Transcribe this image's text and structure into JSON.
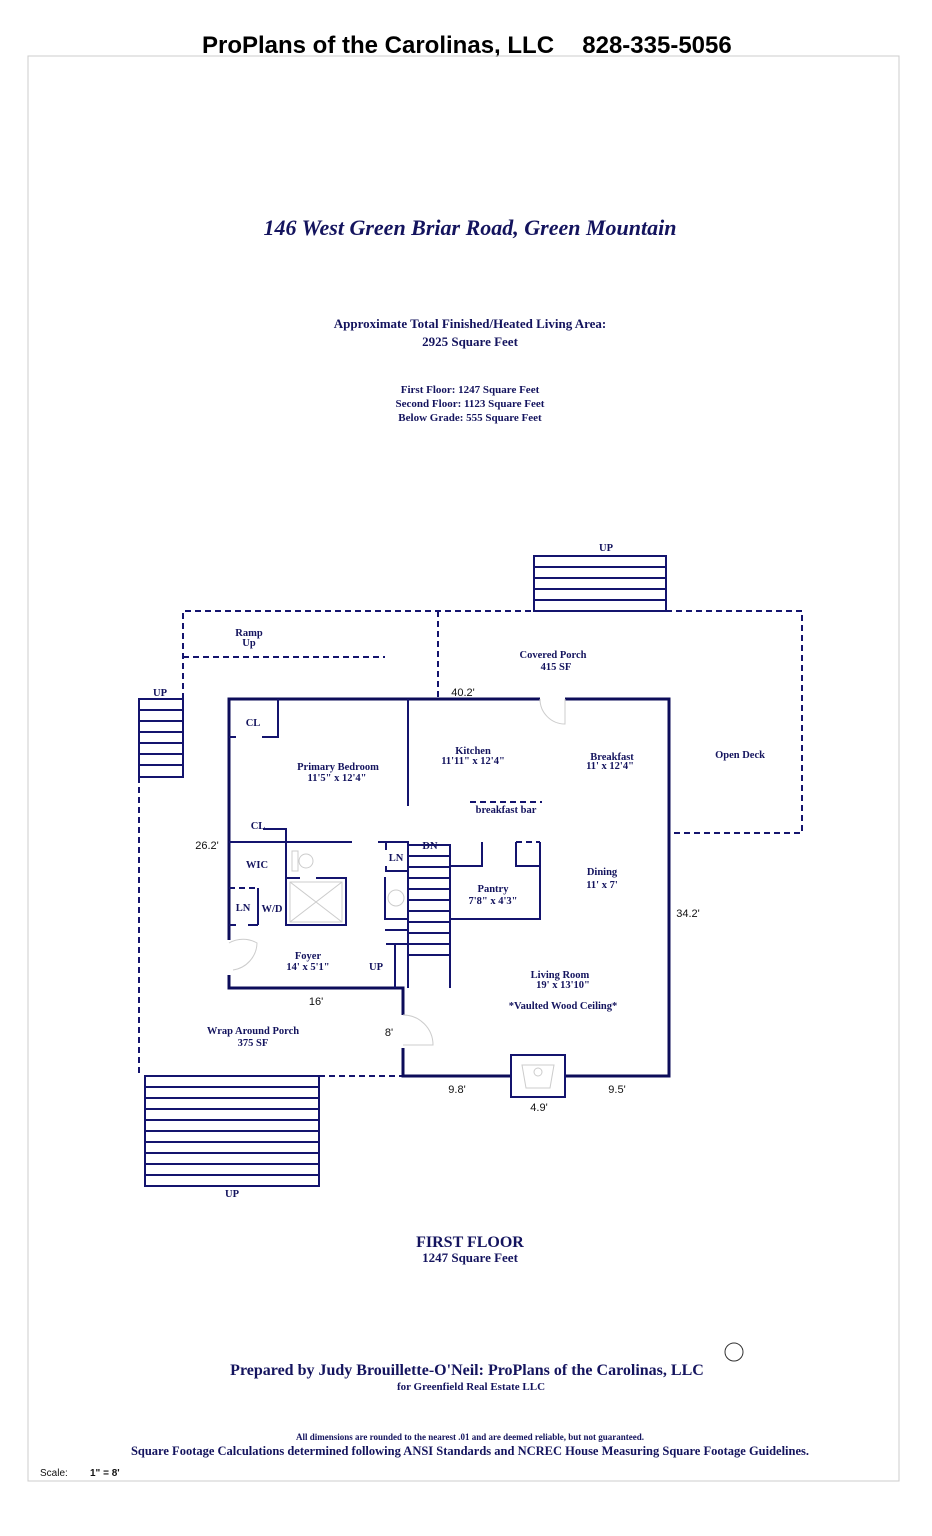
{
  "header": {
    "company": "ProPlans of the Carolinas, LLC",
    "phone": "828-335-5056"
  },
  "address": "146 West Green Briar Road, Green Mountain",
  "area": {
    "label": "Approximate Total Finished/Heated Living Area:",
    "total": "2925 Square Feet",
    "floors": [
      "First Floor:  1247 Square Feet",
      "Second Floor:  1123 Square Feet",
      "Below Grade:  555 Square Feet"
    ]
  },
  "plan": {
    "rooms": {
      "ramp": "Ramp",
      "ramp2": "Up",
      "covered_porch": "Covered Porch",
      "covered_porch_sf": "415 SF",
      "primary_bedroom": "Primary Bedroom",
      "primary_bedroom_dim": "11'5\" x 12'4\"",
      "kitchen": "Kitchen",
      "kitchen_dim": "11'11\" x 12'4\"",
      "breakfast": "Breakfast",
      "breakfast_dim": "11' x 12'4\"",
      "open_deck": "Open Deck",
      "breakfast_bar": "breakfast bar",
      "cl1": "CL",
      "cl2": "CL",
      "wic": "WIC",
      "ln1": "LN",
      "ln2": "LN",
      "wd": "W/D",
      "dn": "DN",
      "pantry": "Pantry",
      "pantry_dim": "7'8\" x 4'3\"",
      "dining": "Dining",
      "dining_dim": "11' x 7'",
      "foyer": "Foyer",
      "foyer_dim": "14' x 5'1\"",
      "up_inner": "UP",
      "living": "Living Room",
      "living_dim": "19' x 13'10\"",
      "living_note": "*Vaulted Wood Ceiling*",
      "wrap_porch": "Wrap Around Porch",
      "wrap_porch_sf": "375 SF",
      "up_top": "UP",
      "up_left": "UP",
      "up_bottom": "UP"
    },
    "dims": {
      "top": "40.2'",
      "left": "26.2'",
      "right": "34.2'",
      "foyer": "16'",
      "entry": "8'",
      "bottom_left": "9.8'",
      "fireplace": "4.9'",
      "bottom_right": "9.5'"
    }
  },
  "floor_label": {
    "name": "FIRST FLOOR",
    "sf": "1247 Square Feet"
  },
  "footer": {
    "prepared": "Prepared by Judy Brouillette-O'Neil: ProPlans of the Carolinas, LLC",
    "for": "for Greenfield Real Estate LLC",
    "disclaimer": "All dimensions are rounded to the nearest .01 and are deemed reliable, but not guaranteed.",
    "standards": "Square Footage Calculations determined following ANSI Standards and NCREC House Measuring Square Footage Guidelines.",
    "scale_label": "Scale:",
    "scale_value": "1\" = 8'"
  }
}
